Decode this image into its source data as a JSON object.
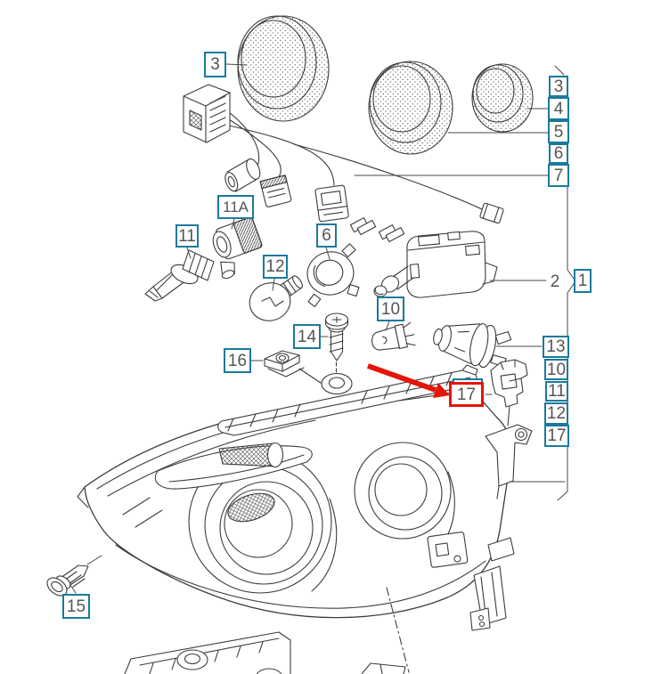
{
  "diagram": {
    "kind": "exploded-parts-diagram",
    "subject": "headlight-assembly",
    "colors": {
      "line": "#3c3c3c",
      "label_border": "#1b7a9c",
      "label_text": "#545456",
      "highlight_red": "#e31408",
      "background": "#ffffff"
    },
    "callouts": {
      "lens_large": "3",
      "bulb_low": "11",
      "socket": "11A",
      "bulb_signal": "12",
      "holder": "6",
      "bulb_position": "10",
      "screw_top": "14",
      "clip": "16",
      "screw_lower": "15",
      "highlighted_bracket": "17",
      "motor_item": "2",
      "assembly_group": "1",
      "col_top": [
        "3",
        "4",
        "5",
        "6",
        "7"
      ],
      "col_bottom": [
        "13",
        "10",
        "11",
        "12",
        "17"
      ]
    },
    "highlight": {
      "target_label": "17",
      "style": "red-box-with-arrow"
    }
  }
}
